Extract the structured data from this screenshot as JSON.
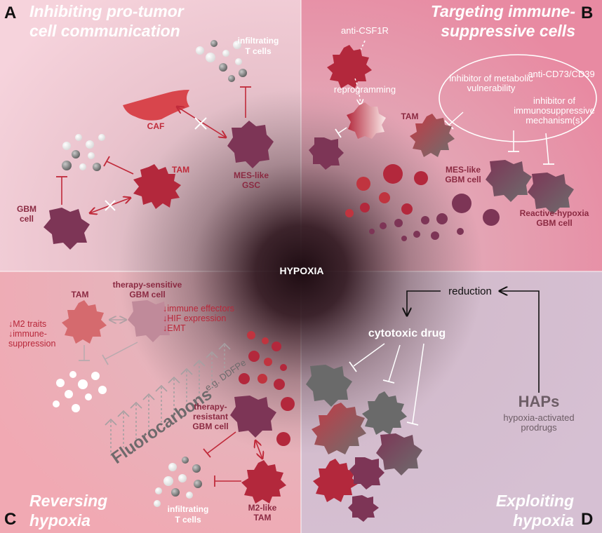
{
  "quadrants": {
    "a": {
      "letter": "A",
      "title_line1": "Inhibiting pro-tumor",
      "title_line2": "cell communication",
      "labels": {
        "infiltrating_t_cells_1": "infiltrating",
        "infiltrating_t_cells_2": "T cells",
        "caf": "CAF",
        "tam": "TAM",
        "mes_like_1": "MES-like",
        "mes_like_2": "GSC",
        "gbm_cell_1": "GBM",
        "gbm_cell_2": "cell"
      }
    },
    "b": {
      "letter": "B",
      "title_line1": "Targeting immune-",
      "title_line2": "suppressive cells",
      "labels": {
        "anti_csf1r": "anti-CSF1R",
        "reprogramming": "reprogramming",
        "anti_cd73": "anti-CD73/CD39",
        "metabolic_1": "inhibitor of metabolic",
        "metabolic_2": "vulnerability",
        "immuno_1": "inhibitor of",
        "immuno_2": "immunosuppressive",
        "immuno_3": "mechanism(s)",
        "tam": "TAM",
        "mes_like_1": "MES-like",
        "mes_like_2": "GBM cell",
        "reactive_1": "Reactive-hypoxia",
        "reactive_2": "GBM cell"
      }
    },
    "c": {
      "letter": "C",
      "title_line1": "Reversing",
      "title_line2": "hypoxia",
      "labels": {
        "tam": "TAM",
        "sensitive_1": "therapy-sensitive",
        "sensitive_2": "GBM cell",
        "m2_traits": "↓M2 traits",
        "immune_1": "↓immune-",
        "immune_2": "suppression",
        "effectors": "↓immune effectors",
        "hif": "↓HIF expression",
        "emt": "↓EMT",
        "fluorocarbons": "Fluorocarbons",
        "ddfpe": "e.g. DDFPe",
        "resistant_1": "therapy-",
        "resistant_2": "resistant",
        "resistant_3": "GBM cell",
        "infiltrating_1": "infiltrating",
        "infiltrating_2": "T cells",
        "m2_tam_1": "M2-like",
        "m2_tam_2": "TAM"
      }
    },
    "d": {
      "letter": "D",
      "title_line1": "Exploiting",
      "title_line2": "hypoxia",
      "labels": {
        "reduction": "reduction",
        "cytotoxic": "cytotoxic drug",
        "haps": "HAPs",
        "haps_desc_1": "hypoxia-activated",
        "haps_desc_2": "prodrugs"
      }
    }
  },
  "center_label": "HYPOXIA",
  "colors": {
    "tumor_purple": "#7d3556",
    "tam_red": "#b3283c",
    "caf_red": "#d8454c",
    "label_red": "#c02a3a",
    "grey_cell": "#6e6e6e",
    "quad_a": "#f3cfd8",
    "quad_b": "#e995aa",
    "quad_c": "#f1b9c2",
    "quad_d": "#d8c2d4"
  }
}
